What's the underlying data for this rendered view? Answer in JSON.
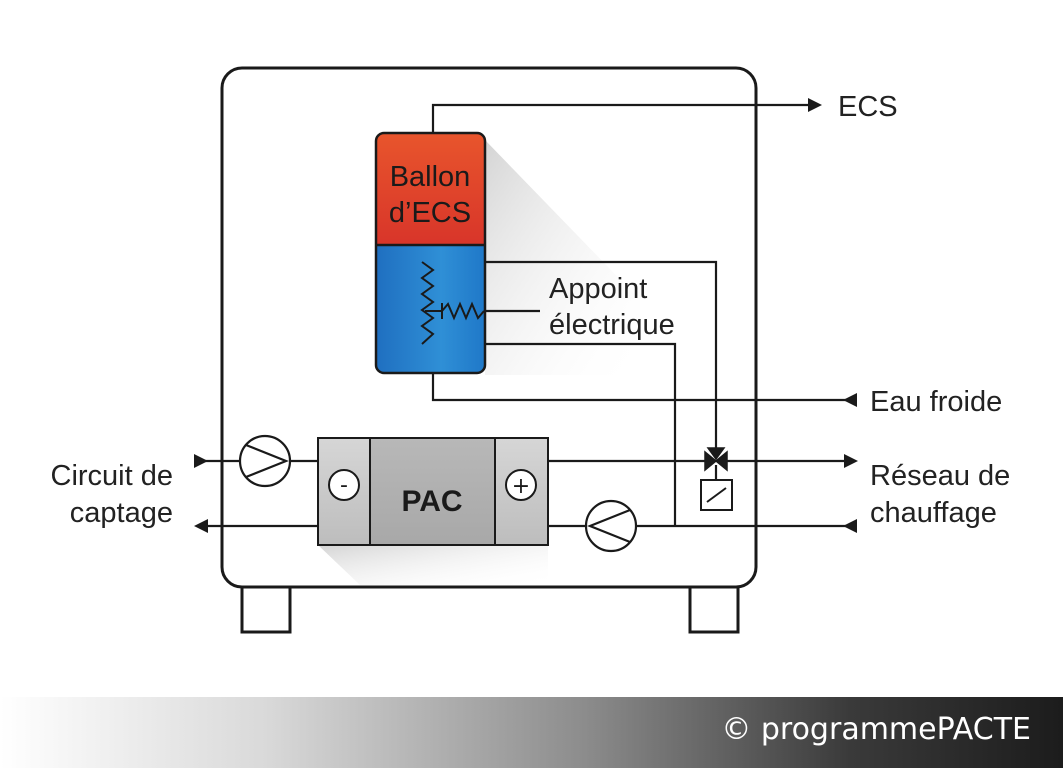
{
  "labels": {
    "ecs": "ECS",
    "tank_line1": "Ballon",
    "tank_line2": "d’ECS",
    "appoint_line1": "Appoint",
    "appoint_line2": "électrique",
    "eau_froide": "Eau froide",
    "circuit_line1": "Circuit de",
    "circuit_line2": "captage",
    "reseau_line1": "Réseau de",
    "reseau_line2": "chauffage",
    "pac": "PAC",
    "minus": "-",
    "plus": "+"
  },
  "footer": {
    "copyright": "© programmePACTE"
  },
  "colors": {
    "tank_top": "#e0472b",
    "tank_bottom": "#2779c4",
    "pac_body": "#b5b5b5",
    "line": "#1a1a1a"
  }
}
